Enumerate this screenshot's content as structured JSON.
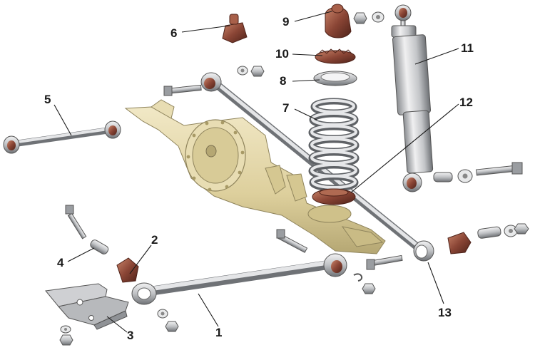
{
  "figure": {
    "subject": "rear suspension exploded view",
    "colors": {
      "background": "#ffffff",
      "metal_light": "#d9dadc",
      "metal_dark": "#6f7276",
      "rubber": "#7a3b2e",
      "rubber_light": "#b06a52",
      "axle_housing": "#e2d6a8",
      "axle_shadow": "#b5a773",
      "leader_line": "#1a1a1a"
    }
  },
  "callouts": [
    {
      "id": "1",
      "label": "1",
      "icon": "lower-longitudinal-arm"
    },
    {
      "id": "2",
      "label": "2",
      "icon": "rubber-bushing"
    },
    {
      "id": "3",
      "label": "3",
      "icon": "mounting-bracket"
    },
    {
      "id": "4",
      "label": "4",
      "icon": "spacer-sleeve"
    },
    {
      "id": "5",
      "label": "5",
      "icon": "upper-longitudinal-arm"
    },
    {
      "id": "6",
      "label": "6",
      "icon": "additional-bump-stop"
    },
    {
      "id": "7",
      "label": "7",
      "icon": "coil-spring"
    },
    {
      "id": "8",
      "label": "8",
      "icon": "spring-seat-cup"
    },
    {
      "id": "9",
      "label": "9",
      "icon": "compression-buffer"
    },
    {
      "id": "10",
      "label": "10",
      "icon": "upper-spring-insulator"
    },
    {
      "id": "11",
      "label": "11",
      "icon": "shock-absorber"
    },
    {
      "id": "12",
      "label": "12",
      "icon": "lower-spring-insulator"
    },
    {
      "id": "13",
      "label": "13",
      "icon": "transverse-rod"
    }
  ]
}
